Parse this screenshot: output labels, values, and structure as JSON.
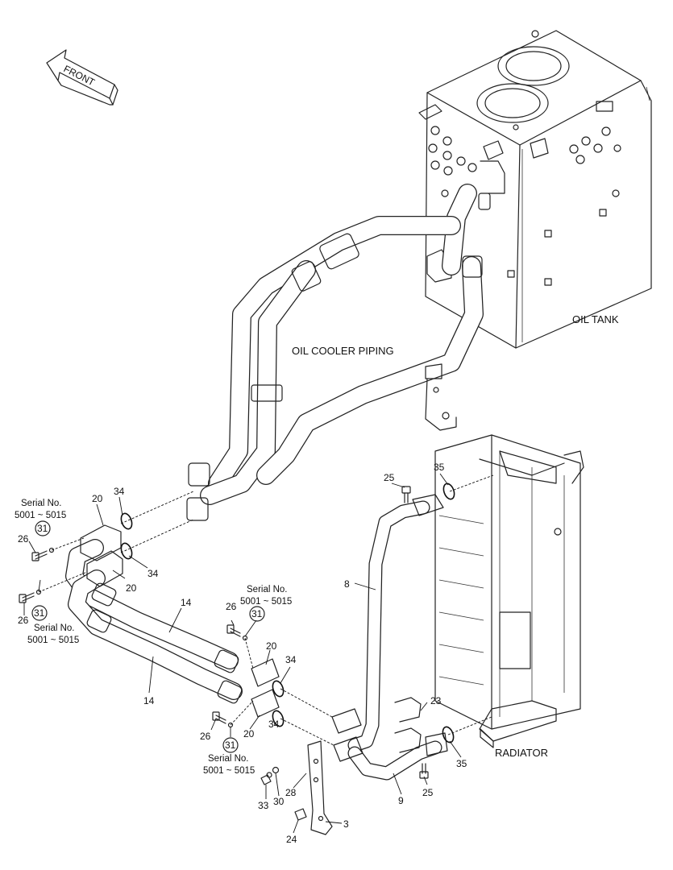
{
  "figure": {
    "front_arrow": "FRONT",
    "labels": {
      "oil_tank": "OIL TANK",
      "oil_cooler_piping": "OIL COOLER PIPING",
      "radiator": "RADIATOR"
    },
    "serial_notes": [
      {
        "line1": "Serial No.",
        "line2": "5001 ~ 5015"
      },
      {
        "line1": "Serial No.",
        "line2": "5001 ~ 5015"
      },
      {
        "line1": "Serial No.",
        "line2": "5001 ~ 5015"
      },
      {
        "line1": "Serial No.",
        "line2": "5001 ~ 5015"
      }
    ],
    "callouts": [
      "20",
      "34",
      "26",
      "31",
      "20",
      "34",
      "26",
      "31",
      "14",
      "14",
      "26",
      "31",
      "20",
      "34",
      "20",
      "34",
      "26",
      "31",
      "8",
      "25",
      "35",
      "23",
      "35",
      "28",
      "30",
      "33",
      "9",
      "25",
      "3",
      "24"
    ]
  },
  "colors": {
    "line": "#222222",
    "background": "#ffffff"
  }
}
